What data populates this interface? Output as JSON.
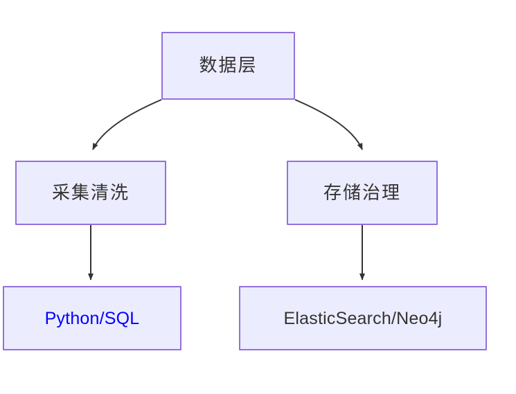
{
  "diagram": {
    "type": "flowchart",
    "direction": "top-down",
    "background_color": "#ffffff",
    "node_fill_color": "#ececff",
    "node_border_color": "#9370db",
    "edge_color": "#333333",
    "default_text_color": "#333333",
    "accent_text_color": "#0000ff",
    "nodes": [
      {
        "id": "data-layer",
        "label": "数据层",
        "text_color": "#333333"
      },
      {
        "id": "collect",
        "label": "采集清洗",
        "text_color": "#333333"
      },
      {
        "id": "storage",
        "label": "存储治理",
        "text_color": "#333333"
      },
      {
        "id": "python-sql",
        "label": "Python/SQL",
        "text_color": "#0000ff"
      },
      {
        "id": "elastic-neo4j",
        "label": "ElasticSearch/Neo4j",
        "text_color": "#333333"
      }
    ],
    "edges": [
      {
        "from": "data-layer",
        "to": "collect",
        "style": "curved",
        "arrow": "filled-triangle"
      },
      {
        "from": "data-layer",
        "to": "storage",
        "style": "curved",
        "arrow": "filled-triangle"
      },
      {
        "from": "collect",
        "to": "python-sql",
        "style": "straight",
        "arrow": "filled-triangle"
      },
      {
        "from": "storage",
        "to": "elastic-neo4j",
        "style": "straight",
        "arrow": "filled-triangle"
      }
    ]
  }
}
